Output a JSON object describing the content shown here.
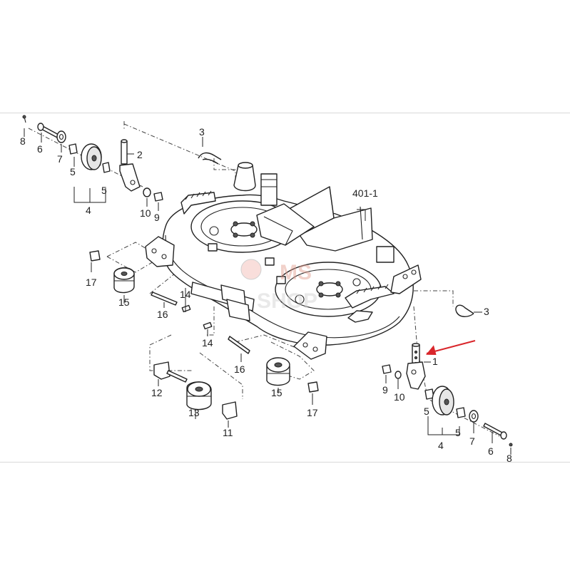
{
  "diagram": {
    "assembly_label": "401-1",
    "callouts": [
      {
        "id": "c8a",
        "text": "8"
      },
      {
        "id": "c6a",
        "text": "6"
      },
      {
        "id": "c7a",
        "text": "7"
      },
      {
        "id": "c5a",
        "text": "5"
      },
      {
        "id": "c5b",
        "text": "5"
      },
      {
        "id": "c4a",
        "text": "4"
      },
      {
        "id": "c2",
        "text": "2"
      },
      {
        "id": "c3a",
        "text": "3"
      },
      {
        "id": "c10a",
        "text": "10"
      },
      {
        "id": "c9a",
        "text": "9"
      },
      {
        "id": "c17a",
        "text": "17"
      },
      {
        "id": "c15a",
        "text": "15"
      },
      {
        "id": "c16a",
        "text": "16"
      },
      {
        "id": "c14a",
        "text": "14"
      },
      {
        "id": "c14b",
        "text": "14"
      },
      {
        "id": "c16b",
        "text": "16"
      },
      {
        "id": "c12",
        "text": "12"
      },
      {
        "id": "c13",
        "text": "13"
      },
      {
        "id": "c11",
        "text": "11"
      },
      {
        "id": "c15b",
        "text": "15"
      },
      {
        "id": "c17b",
        "text": "17"
      },
      {
        "id": "c3b",
        "text": "3"
      },
      {
        "id": "c1",
        "text": "1"
      },
      {
        "id": "c9b",
        "text": "9"
      },
      {
        "id": "c10b",
        "text": "10"
      },
      {
        "id": "c5c",
        "text": "5"
      },
      {
        "id": "c5d",
        "text": "5"
      },
      {
        "id": "c7b",
        "text": "7"
      },
      {
        "id": "c4b",
        "text": "4"
      },
      {
        "id": "c6b",
        "text": "6"
      },
      {
        "id": "c8b",
        "text": "8"
      }
    ],
    "watermark": {
      "line1": "MS",
      "line2": "SHOP"
    },
    "highlight_arrow_color": "#d9262b"
  }
}
